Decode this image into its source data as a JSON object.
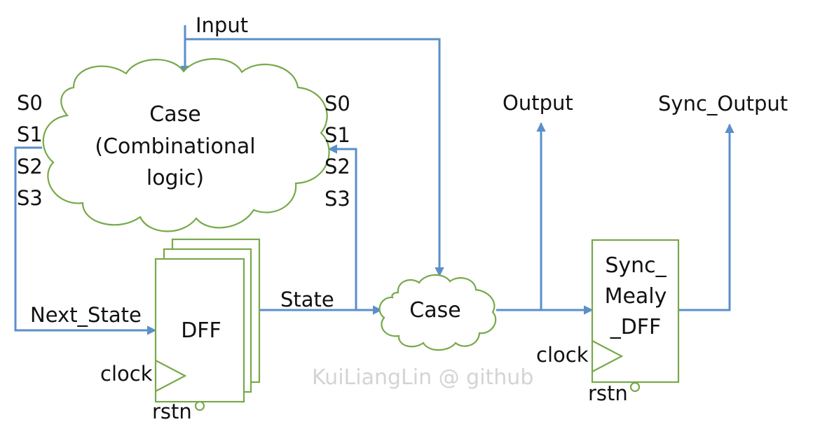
{
  "colors": {
    "wire": "#5b8fc9",
    "block": "#77a94a",
    "watermark": "#d4d4d4",
    "text": "#111111"
  },
  "signals": {
    "input": "Input",
    "output": "Output",
    "sync_output": "Sync_Output",
    "next_state": "Next_State",
    "state": "State"
  },
  "combinational_cloud": {
    "line1": "Case",
    "line2": "(Combinational",
    "line3": "logic)"
  },
  "states_left": [
    "S0",
    "S1",
    "S2",
    "S3"
  ],
  "states_right": [
    "S0",
    "S1",
    "S2",
    "S3"
  ],
  "dff": {
    "label": "DFF",
    "clock": "clock",
    "reset": "rstn"
  },
  "output_cloud": {
    "label": "Case"
  },
  "sync_dff": {
    "line1": "Sync_",
    "line2": "Mealy",
    "line3": "_DFF",
    "clock": "clock",
    "reset": "rstn"
  },
  "watermark": "KuiLiangLin @ github"
}
